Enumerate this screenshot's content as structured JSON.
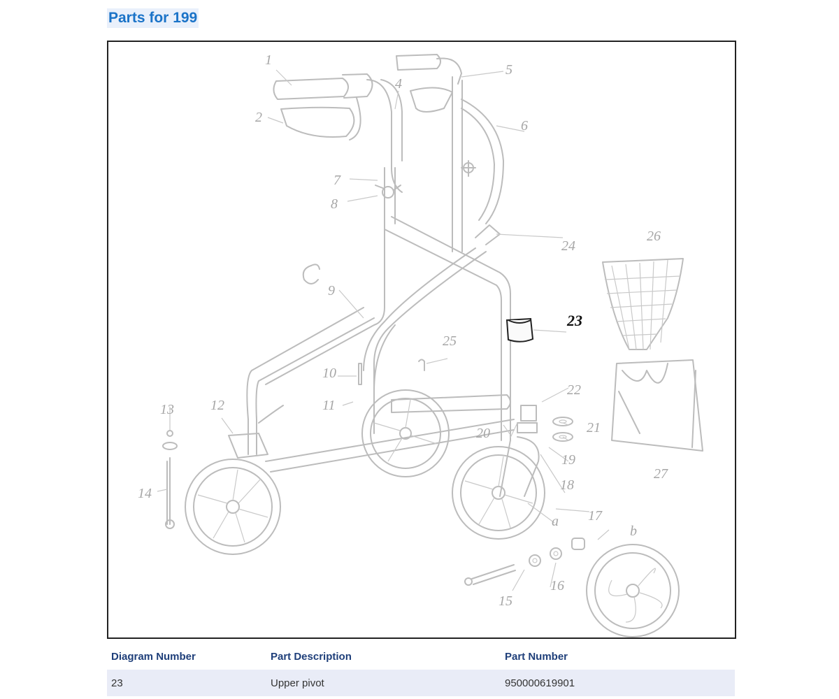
{
  "page": {
    "title": "Parts for 199"
  },
  "diagram": {
    "callouts": [
      "1",
      "2",
      "4",
      "5",
      "6",
      "7",
      "8",
      "9",
      "10",
      "11",
      "12",
      "13",
      "14",
      "15",
      "16",
      "17",
      "18",
      "19",
      "20",
      "21",
      "22",
      "23",
      "24",
      "25",
      "26",
      "27",
      "a",
      "b"
    ],
    "highlighted": "23"
  },
  "parts_table": {
    "headers": [
      "Diagram Number",
      "Part Description",
      "Part Number"
    ],
    "rows": [
      {
        "diagram_number": "23",
        "description": "Upper pivot",
        "part_number": "950000619901"
      }
    ]
  },
  "colors": {
    "title": "#1a73c8",
    "table_header": "#1f3f7a",
    "row_background": "#e9ecf7"
  }
}
